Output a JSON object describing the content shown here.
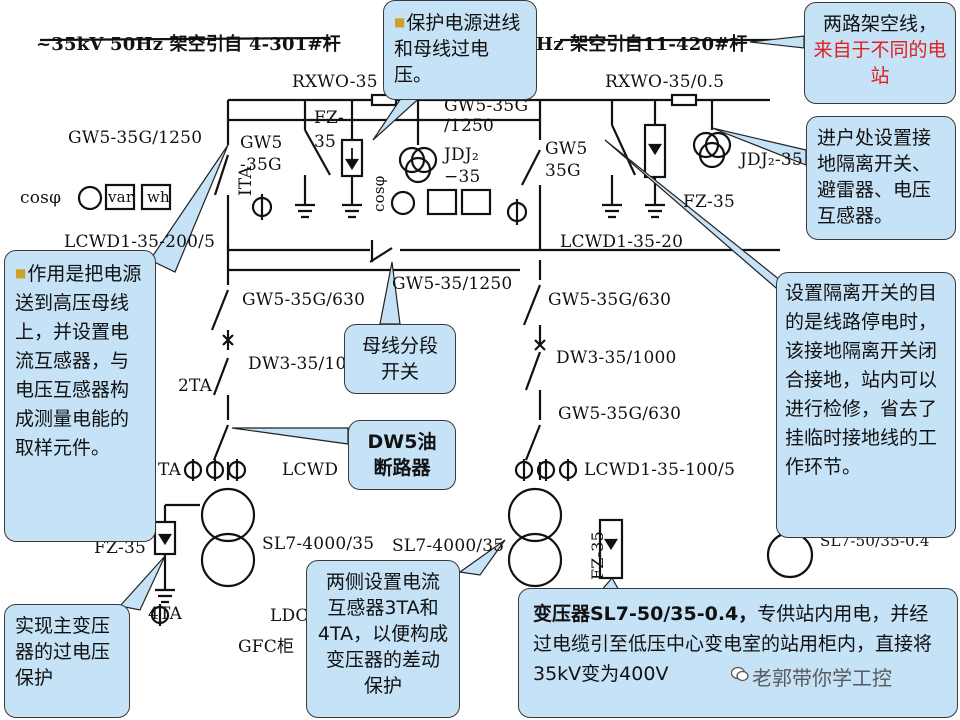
{
  "diagram": {
    "header_left": "~35kV 50Hz 架空引自 4-301#杆",
    "header_right": "Hz 架空引自11-420#杆",
    "labels": {
      "rxwo_left": "RXWO-35",
      "rxwo_right": "RXWO-35/0.5",
      "gw5_1250_left": "GW5-35G/1250",
      "gw5_35g_left": "GW5\n-35G",
      "gw5_35g_right": "GW5\n35G",
      "gw5_35g_1250": "GW5-35G\n/1250",
      "fz_top": "FZ-\n35",
      "jdj_left": "JDJ₂\n−35",
      "jdj_right": "JDJ₂-35",
      "fz35_right": "FZ-35",
      "cos_left": "cosφ",
      "var": "var",
      "wh": "wh",
      "ita": "ITA",
      "cos_vert": "cosφ",
      "lcwd_top_left": "LCWD1-35-200/5",
      "lcwd_top_right": "LCWD1-35-20",
      "gw5_35_1250": "GW5-35/1250",
      "gw5_630_left": "GW5-35G/630",
      "gw5_630_right": "GW5-35G/630",
      "dw3_left": "DW3-35/10",
      "dw3_right": "DW3-35/1000",
      "ta2": "2TA",
      "gw5_630_right2": "GW5-35G/630",
      "lcwd_mid_left": "LCWD",
      "lcwd_mid_right": "LCWD1-35-100/5",
      "ta4_left": "TA",
      "fz35_left": "FZ-35",
      "sl7_left": "SL7-4000/35",
      "sl7_right": "SL7-4000/35",
      "ta4": "4TA",
      "ldc": "LDC",
      "gfc": "GFC柜",
      "fz35_vert": "FZ-35",
      "sl7_far": "SL7-50/35-0.4"
    }
  },
  "callouts": {
    "top_center": "保护电源进线和母线过电压。",
    "top_right_line1": "两路架空线，",
    "top_right_line2": "来自于不同的电站",
    "right_1": "进户处设置接地隔离开关、避雷器、电压互感器。",
    "left_1": "作用是把电源送到高压母线上，并设置电流互感器，与电压互感器构成测量电能的取样元件。",
    "mid_bus": "母线分段开关",
    "right_2": "设置隔离开关的目的是线路停电时，该接地隔离开关闭合接地，站内可以进行检修，省去了挂临时接地线的工作环节。",
    "dw5": "DW5油断路器",
    "bottom_left": "实现主变压器的过电压保护",
    "bottom_mid": "两侧设置电流互感器3TA和4TA，以便构成变压器的差动保护",
    "bottom_right_bold": "变压器SL7-50/35-0.4，",
    "bottom_right_rest": "专供站内用电，并经过电缆引至低压中心变电室的站用柜内，直接将35kV变为400V"
  },
  "watermark": "老郭带你学工控"
}
